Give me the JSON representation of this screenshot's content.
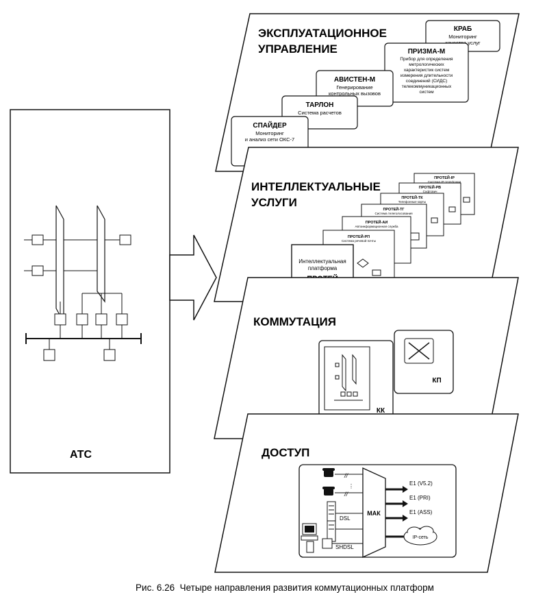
{
  "ats": {
    "label": "АТС"
  },
  "layers": {
    "operation": {
      "title_line1": "ЭКСПЛУАТАЦИОННОЕ",
      "title_line2": "УПРАВЛЕНИЕ",
      "cards": [
        {
          "name": "КРАБ",
          "desc": [
            "Мониторинг",
            "качества услуг"
          ]
        },
        {
          "name": "ПРИЗМА-М",
          "desc": [
            "Прибор для определения",
            "метрологических",
            "характеристик систем",
            "измерения длительности",
            "соединений (СИДС)",
            "телекоммуникационных",
            "систем"
          ]
        },
        {
          "name": "АВИСТЕН-М",
          "desc": [
            "Генерирование",
            "контрольных вызовов"
          ]
        },
        {
          "name": "ТАРЛОН",
          "desc": [
            "Система расчетов"
          ]
        },
        {
          "name": "СПАЙДЕР",
          "desc": [
            "Мониторинг",
            "и анализ сети ОКС-7"
          ]
        }
      ]
    },
    "services": {
      "title_line1": "ИНТЕЛЛЕКТУАЛЬНЫЕ",
      "title_line2": "УСЛУГИ",
      "cards": [
        {
          "name": "ПРОТЕЙ-IP",
          "desc": "Система IP-телефонии"
        },
        {
          "name": "ПРОТЕЙ-РВ",
          "desc": "Софтсвич"
        },
        {
          "name": "ПРОТЕЙ-ТК",
          "desc": "Телефонные карты"
        },
        {
          "name": "ПРОТЕЙ-ТГ",
          "desc": "Система телеголосования"
        },
        {
          "name": "ПРОТЕЙ-АИ",
          "desc": "Автоинформационная служба"
        },
        {
          "name": "ПРОТЕЙ-РП",
          "desc": "Система речевой почты"
        }
      ],
      "front_line1": "Интеллектуальная",
      "front_line2": "платформа",
      "front_name": "ПРОТЕЙ"
    },
    "switching": {
      "title": "КОММУТАЦИЯ",
      "kk_label": "КК",
      "kp_label": "КП"
    },
    "access": {
      "title": "ДОСТУП",
      "mak_label": "МАК",
      "dsl_label": "DSL",
      "shdsl_label": "SHDSL",
      "e1_v52": "E1 (V5.2)",
      "e1_pri": "E1 (PRI)",
      "e1_ass": "E1 (ASS)",
      "ip_net": "IP-сеть"
    }
  },
  "caption": "Рис. 6.26  Четыре направления развития коммутационных платформ"
}
